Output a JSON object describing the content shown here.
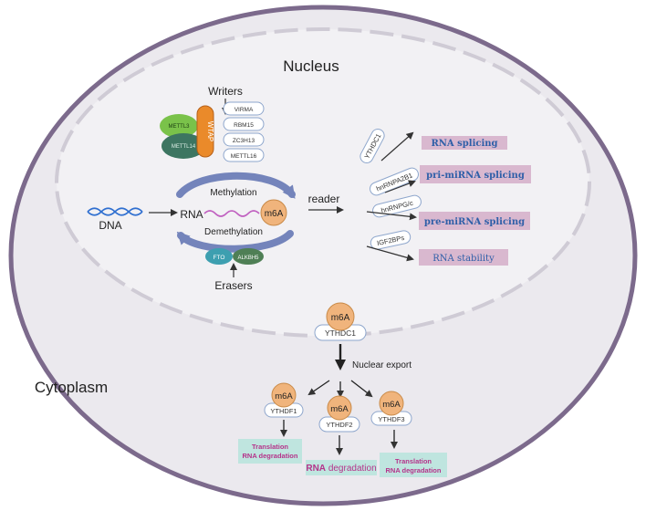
{
  "compartments": {
    "nucleus": "Nucleus",
    "cytoplasm": "Cytoplasm"
  },
  "writers": {
    "title": "Writers",
    "complex": [
      "METTL3",
      "METTL14",
      "WTAP"
    ],
    "proteins": [
      "VIRMA",
      "RBM15",
      "ZC3H13",
      "METTL16"
    ]
  },
  "core": {
    "dna": "DNA",
    "rna": "RNA",
    "m6a": "m6A",
    "methylation": "Methylation",
    "demethylation": "Demethylation",
    "reader": "reader"
  },
  "erasers": {
    "title": "Erasers",
    "proteins": [
      "FTO",
      "ALKBH5"
    ]
  },
  "nuclear_readers": [
    {
      "protein": "YTHDC1",
      "function": "RNA splicing"
    },
    {
      "protein": "hnRNPA2B1",
      "function": "pri-miRNA splicing"
    },
    {
      "protein": "hnRNPG/c",
      "function": "pre-miRNA splicing"
    },
    {
      "protein": "IGF2BPs",
      "function": "RNA stability"
    }
  ],
  "export": {
    "m6a": "m6A",
    "reader": "YTHDC1",
    "label": "Nuclear export"
  },
  "cytoplasm_readers": [
    {
      "m6a": "m6A",
      "protein": "YTHDF1",
      "function_line1": "Translation",
      "function_line2": "RNA degradation"
    },
    {
      "m6a": "m6A",
      "protein": "YTHDF2",
      "function_line1": "RNA",
      "function_line2": "degradation"
    },
    {
      "m6a": "m6A",
      "protein": "YTHDF3",
      "function_line1": "Translation",
      "function_line2": "RNA degradation"
    }
  ],
  "colors": {
    "cell_fill": "#ebe9ee",
    "cell_border": "#7c6a8c",
    "nucleus_fill": "#f2f1f4",
    "m6a_fill": "#f0b47c",
    "m6a_stroke": "#c98a48",
    "reader_box_stroke": "#8ea6cc",
    "func_box_fill": "#d9b8cf",
    "func_text": "#2f5fa8",
    "cyto_box_fill": "#bfe5df",
    "cyto_text": "#b5338a",
    "methyl_arrow": "#7484bb",
    "mettl3": "#7ac24a",
    "mettl14": "#3d7561",
    "wtap_fill": "#ea8a2a",
    "fto": "#3d9fb0",
    "alkbh5": "#4f7f55"
  }
}
